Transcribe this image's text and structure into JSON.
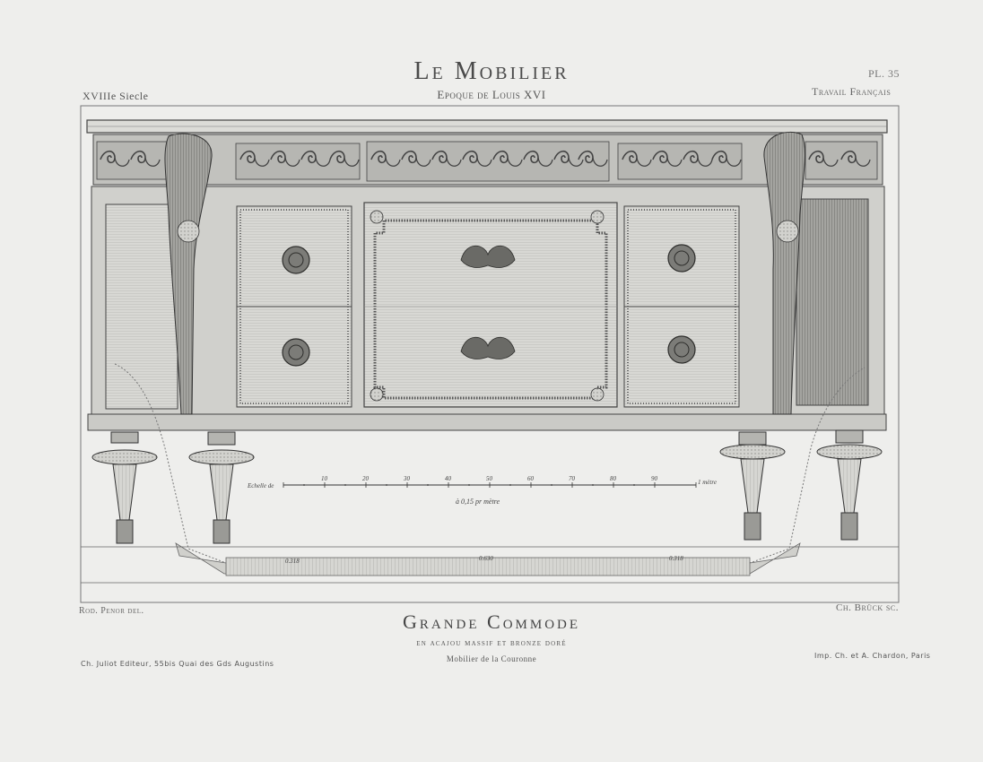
{
  "header": {
    "title": "Le Mobilier",
    "subtitle": "Epoque de Louis XVI",
    "century": "XVIIIe Siecle",
    "plate_number": "PL. 35",
    "workmanship": "Travail Français"
  },
  "credits": {
    "delineator": "Rod. Penor del.",
    "engraver": "Ch. Brück sc."
  },
  "caption": {
    "title": "Grande Commode",
    "description": "en acajou massif et bronze doré",
    "collection": "Mobilier de la Couronne"
  },
  "imprint": {
    "publisher": "Ch. Juliot Editeur, 55bis Quai des Gds Augustins",
    "printer": "Imp. Ch. et A. Chardon, Paris"
  },
  "scale": {
    "label": "Echelle de",
    "ticks": [
      "10",
      "20",
      "30",
      "40",
      "50",
      "60",
      "70",
      "80",
      "90"
    ],
    "end_label": "1 mètre",
    "ratio": "à 0,15 pr mètre"
  },
  "plan_dimensions": [
    "0.318",
    "0.630",
    "0.318"
  ],
  "colors": {
    "paper": "#eeeeec",
    "ink": "#3a3a3a",
    "wood": "#c9c9c5",
    "bronze": "#5b5b58"
  }
}
